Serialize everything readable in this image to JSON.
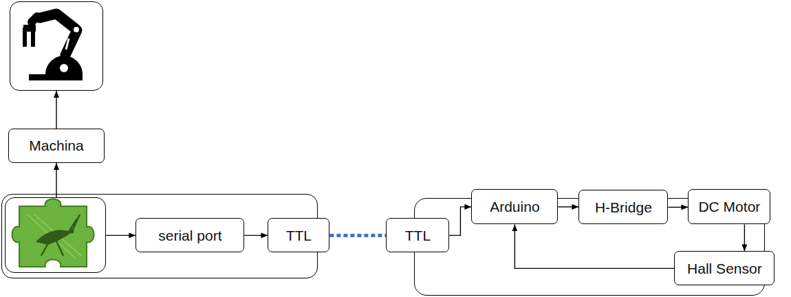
{
  "diagram": {
    "nodes": [
      {
        "text": []
      },
      {
        "text": [
          "Machina"
        ]
      },
      {
        "text": []
      },
      {
        "text": [],
        "in": 2
      },
      {
        "text": [
          "serial port"
        ],
        "in": 2
      },
      {
        "text": [
          "TTL"
        ],
        "in": 2
      },
      {
        "text": []
      },
      {
        "text": [
          "TTL"
        ],
        "in": 6
      },
      {
        "text": [
          "Arduino"
        ],
        "in": 6
      },
      {
        "text": [
          "H-Bridge"
        ],
        "in": 6
      },
      {
        "text": [
          "DC Motor"
        ],
        "in": 6
      },
      {
        "text": [
          "Hall Sensor"
        ],
        "in": 6
      }
    ],
    "edges": [
      {
        "from": 1,
        "to": 0,
        "arrow": "to"
      },
      {
        "from": 3,
        "to": 1,
        "arrow": "to"
      },
      {
        "from": 3,
        "to": 4,
        "arrow": "to"
      },
      {
        "from": 4,
        "to": 5,
        "arrow": "to"
      },
      {
        "from": 5,
        "to": 7,
        "arrow": "none"
      },
      {
        "from": 7,
        "to": 8,
        "arrow": "to"
      },
      {
        "from": 8,
        "to": 9,
        "arrow": "to"
      },
      {
        "from": 9,
        "to": 10,
        "arrow": "to"
      },
      {
        "from": 10,
        "to": 11,
        "arrow": "to"
      },
      {
        "from": 11,
        "to": 8,
        "arrow": "to"
      }
    ]
  }
}
